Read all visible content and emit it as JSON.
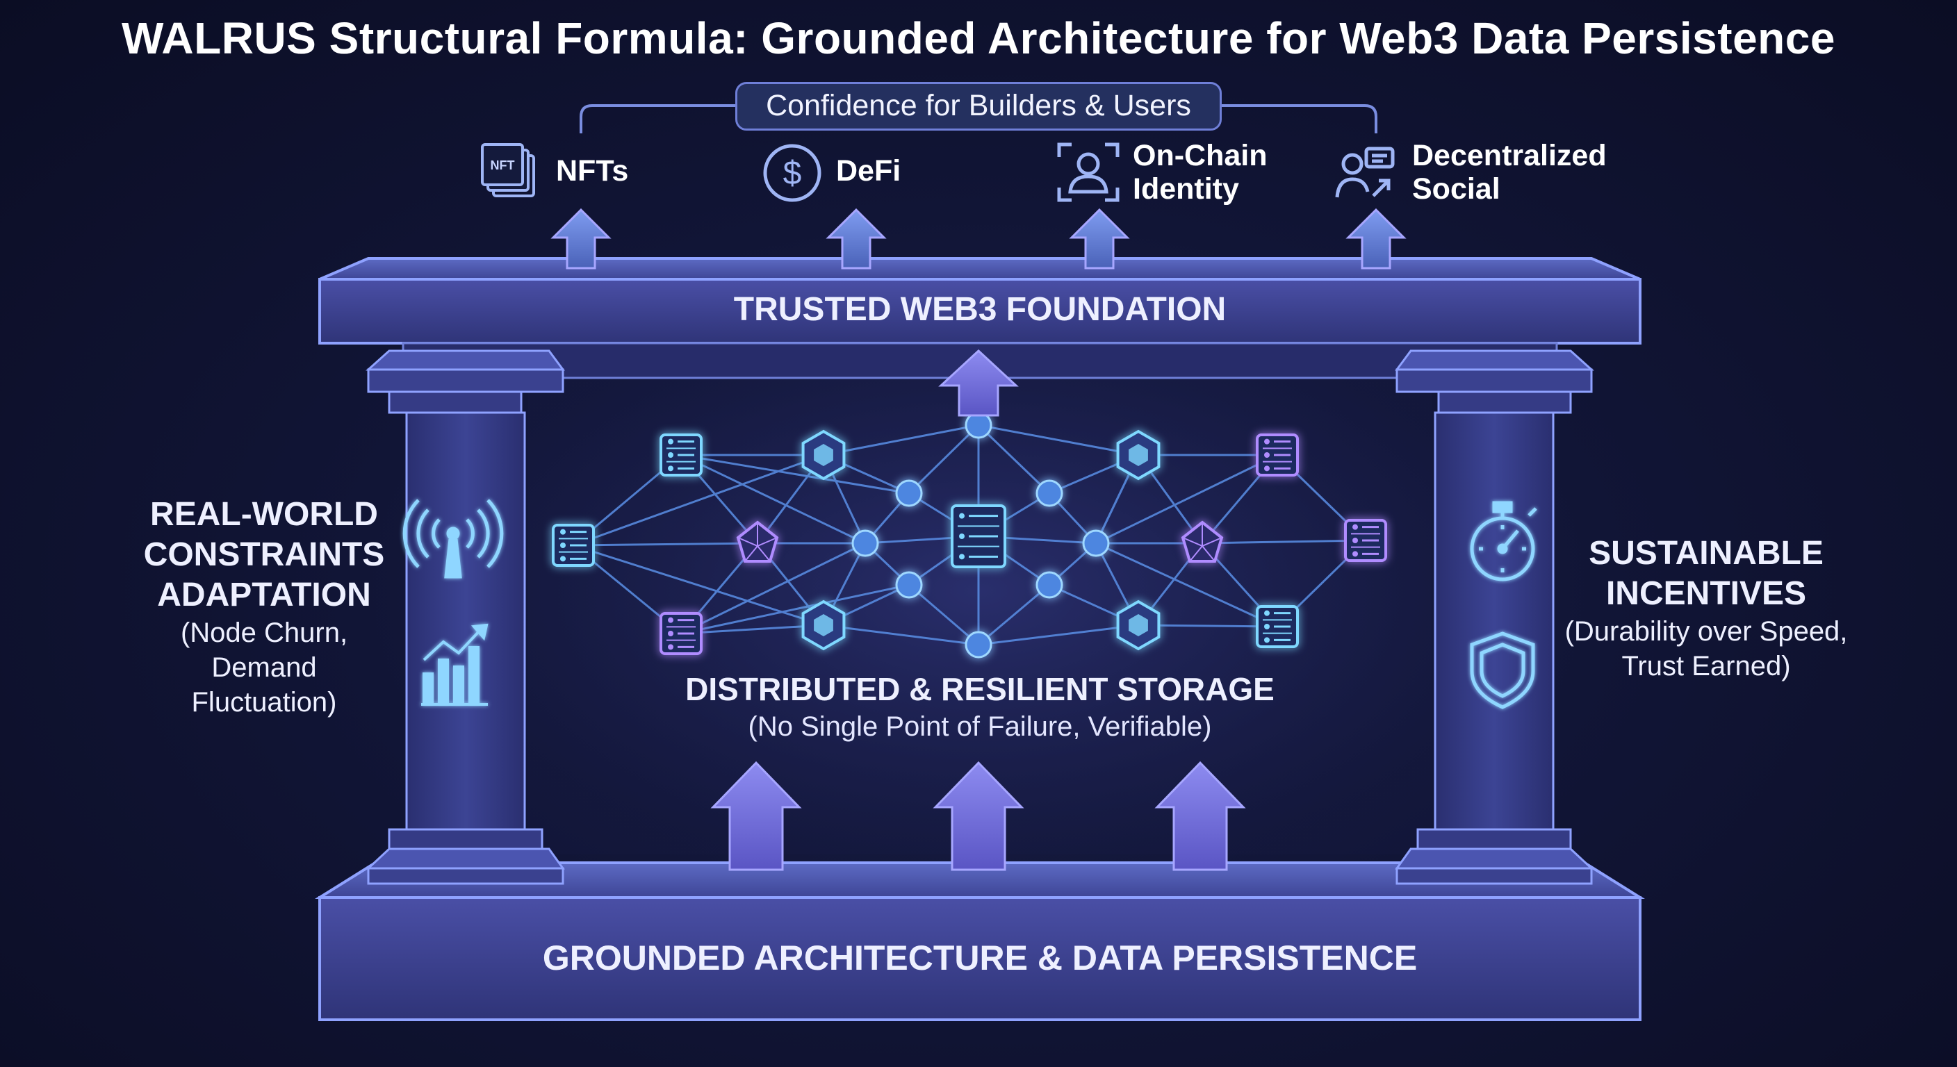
{
  "title": "WALRUS Structural Formula: Grounded Architecture for Web3 Data Persistence",
  "top_banner": "Confidence for Builders & Users",
  "use_cases": [
    {
      "id": "nfts",
      "icon": "nft-cards-icon",
      "label": "NFTs",
      "icon_text": "NFT"
    },
    {
      "id": "defi",
      "icon": "dollar-coin-icon",
      "label": "DeFi"
    },
    {
      "id": "identity",
      "icon": "identity-scan-icon",
      "label_lines": [
        "On-Chain",
        "Identity"
      ]
    },
    {
      "id": "social",
      "icon": "social-chat-icon",
      "label_lines": [
        "Decentralized",
        "Social"
      ]
    }
  ],
  "foundation_beam": "TRUSTED WEB3 FOUNDATION",
  "base_beam": "GROUNDED ARCHITECTURE & DATA PERSISTENCE",
  "center": {
    "title": "DISTRIBUTED & RESILIENT STORAGE",
    "subtitle": "(No Single Point of Failure, Verifiable)"
  },
  "left_pillar": {
    "title_lines": [
      "REAL-WORLD",
      "CONSTRAINTS",
      "ADAPTATION"
    ],
    "sub_lines": [
      "(Node Churn,",
      "Demand",
      "Fluctuation)"
    ],
    "icons": [
      "antenna-signal-icon",
      "bar-chart-trend-icon"
    ]
  },
  "right_pillar": {
    "title_lines": [
      "SUSTAINABLE",
      "INCENTIVES"
    ],
    "sub_lines": [
      "(Durability over Speed,",
      "Trust Earned)"
    ],
    "icons": [
      "stopwatch-icon",
      "shield-icon"
    ]
  },
  "colors": {
    "background": "#0f1230",
    "structure_fill": "#3a3f8f",
    "structure_edge": "#7f97ff",
    "cyan_glow": "#7fd8ff",
    "violet_glow": "#b08cff",
    "node_blue": "#4d86e0"
  }
}
